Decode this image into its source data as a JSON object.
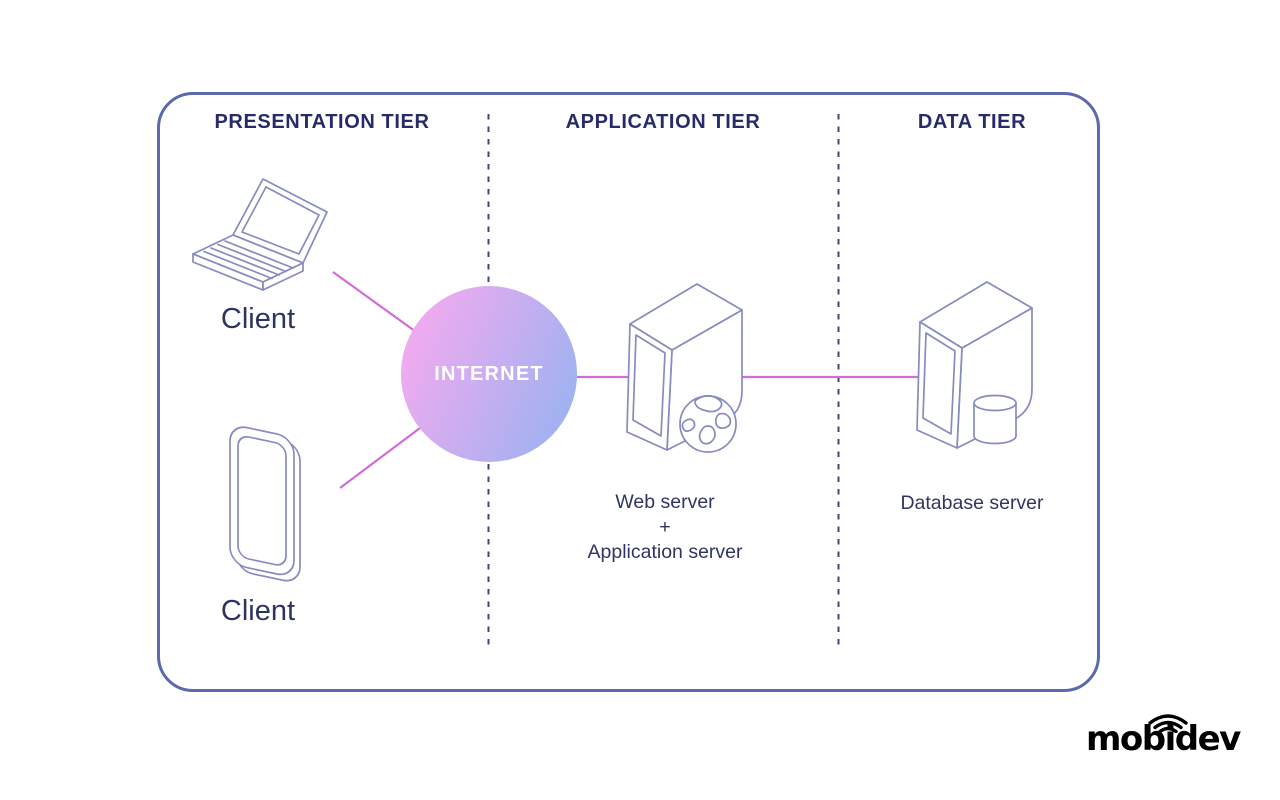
{
  "diagram": {
    "tiers": [
      {
        "label": "PRESENTATION TIER"
      },
      {
        "label": "APPLICATION TIER"
      },
      {
        "label": "DATA TIER"
      }
    ],
    "internet": {
      "label": "INTERNET"
    },
    "presentation": {
      "client_laptop_label": "Client",
      "client_phone_label": "Client"
    },
    "application": {
      "server_label_lines": [
        "Web server",
        "+",
        "Application server"
      ]
    },
    "data": {
      "server_label": "Database server"
    },
    "icons": [
      "laptop-icon",
      "smartphone-icon",
      "internet-circle",
      "web-server-icon",
      "globe-icon",
      "database-server-icon",
      "database-cylinder-icon"
    ]
  },
  "logo": {
    "text": "mobidev",
    "icon": "wifi-arcs-icon"
  },
  "colors": {
    "frame_border": "#5b69ae",
    "heading_text": "#272b69",
    "body_text": "#2e3462",
    "icon_stroke": "#868bc0",
    "divider_dash": "#3f477d",
    "connector_pink": "#d06ed8",
    "internet_gradient_start": "#f5aaef",
    "internet_gradient_end": "#9db2f1",
    "internet_text": "#ffffff",
    "logo_text": "#000000",
    "background": "#ffffff"
  }
}
